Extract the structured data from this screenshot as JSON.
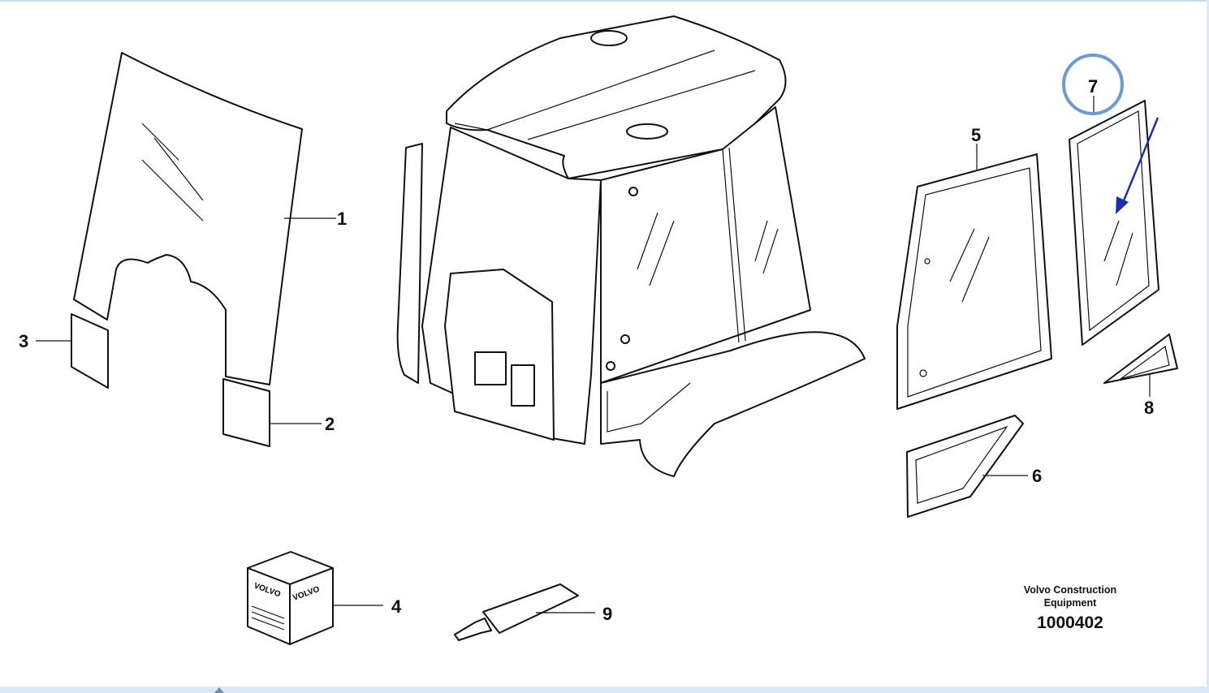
{
  "diagram": {
    "callouts": [
      "1",
      "2",
      "3",
      "4",
      "5",
      "6",
      "7",
      "8",
      "9"
    ],
    "box_brand_text": [
      "VOLVO",
      "VOLVO"
    ],
    "highlight_color": "#6a9bd1",
    "arrow_color": "#1a2fb0"
  },
  "footer": {
    "brand_line1": "Volvo Construction",
    "brand_line2": "Equipment",
    "document_number": "1000402"
  }
}
